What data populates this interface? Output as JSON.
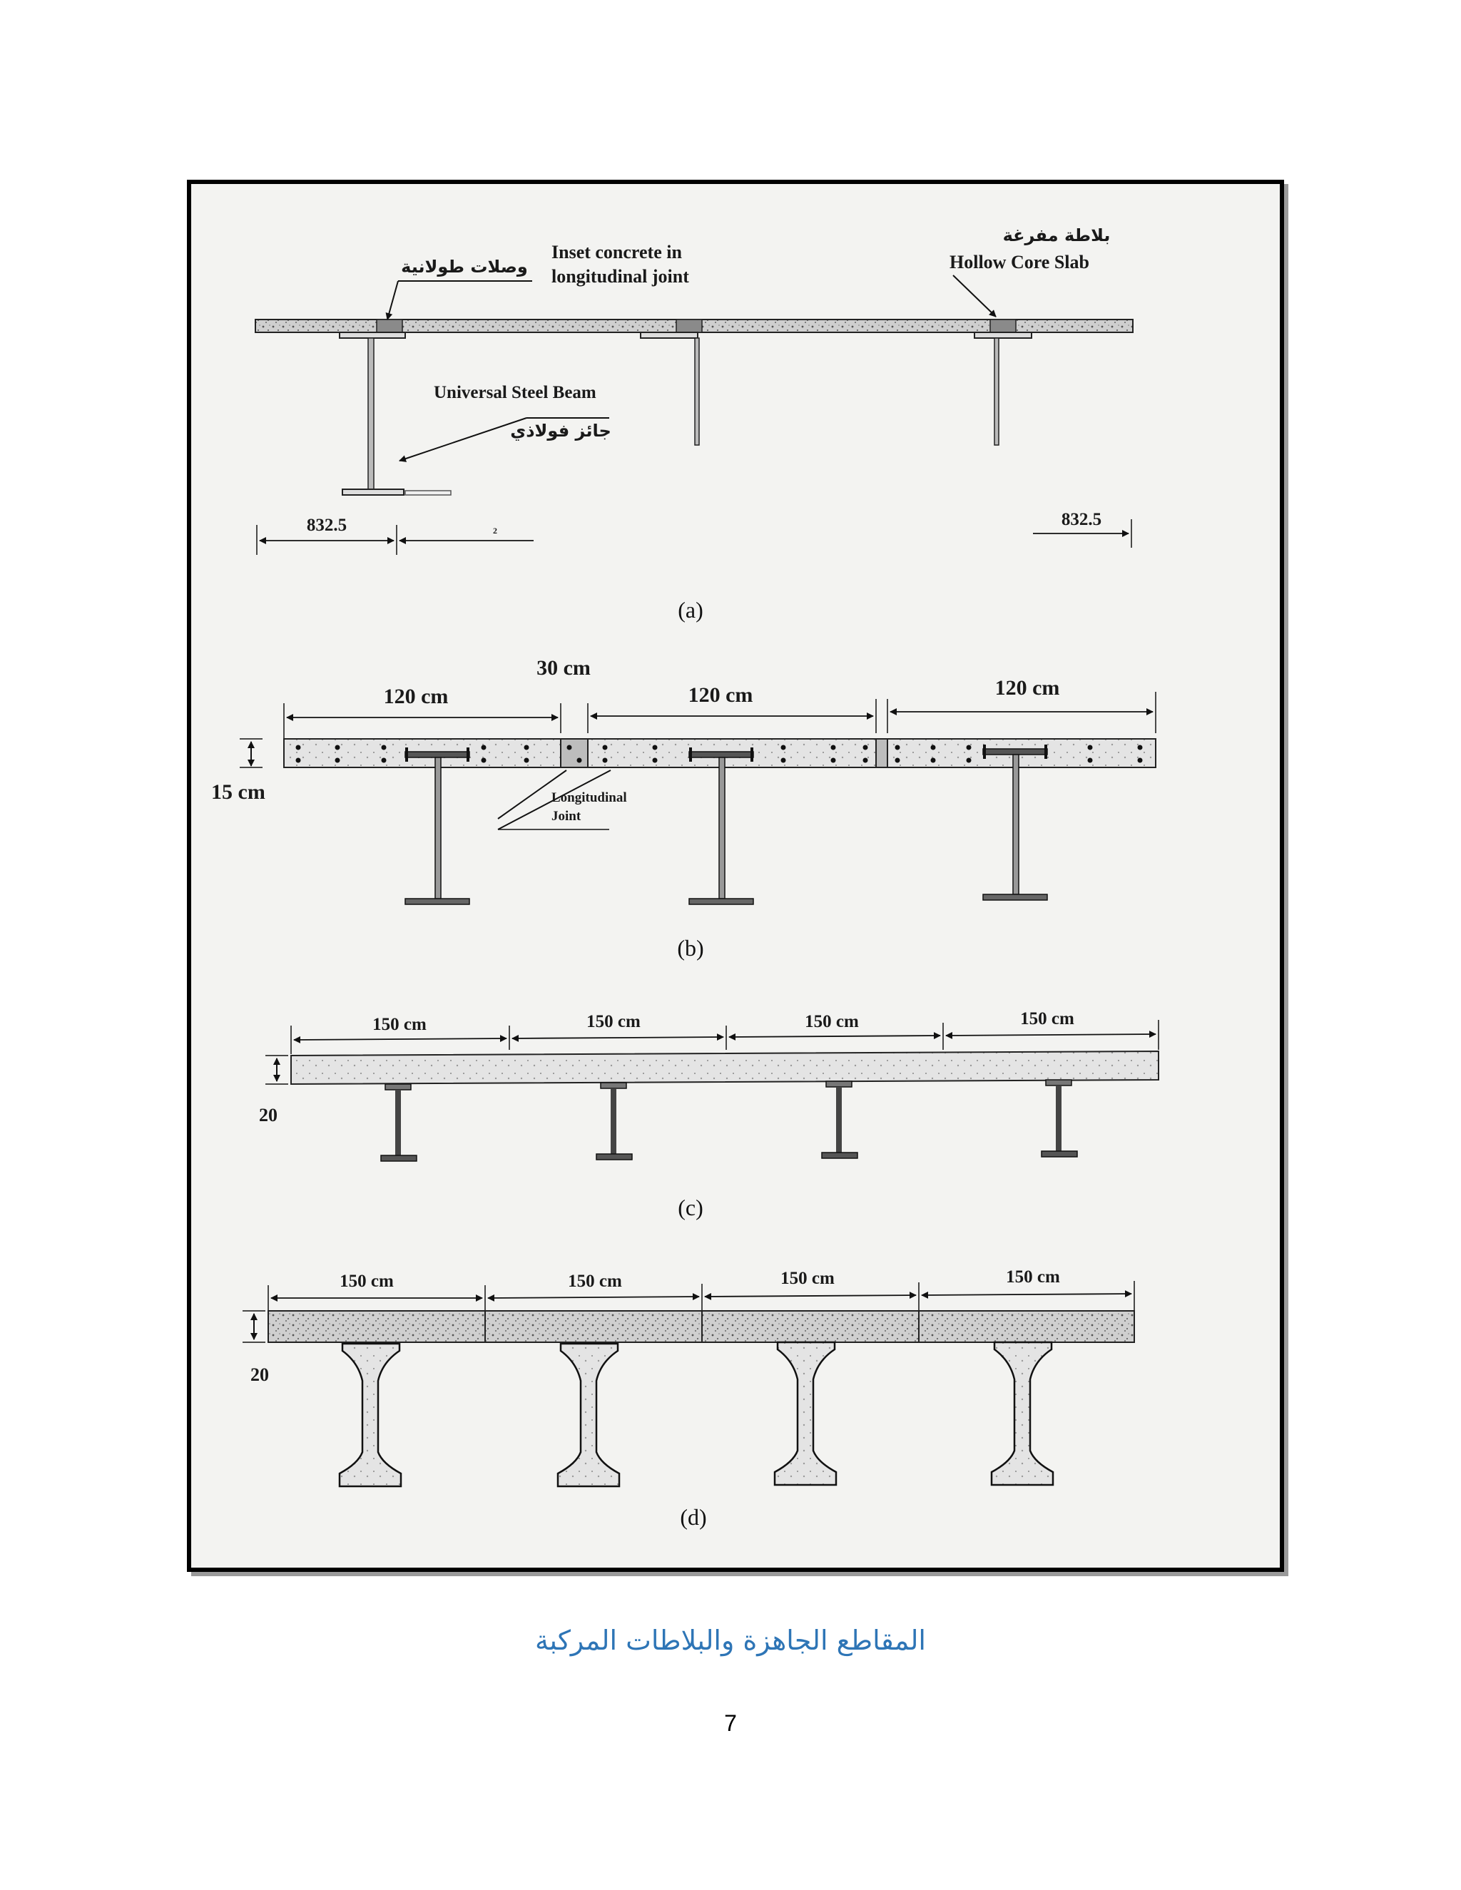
{
  "figure": {
    "a": {
      "label_joint_ar": "وصلات طولانية",
      "label_inset_line1": "Inset concrete in",
      "label_inset_line2": "longitudinal joint",
      "label_hollow_ar": "بلاطة مفرغة",
      "label_hollow_en": "Hollow Core Slab",
      "label_beam_en": "Universal Steel Beam",
      "label_beam_ar": "جائز فولاذي",
      "dim_left": "832.5",
      "dim_mid": "2",
      "dim_right": "832.5",
      "caption": "(a)"
    },
    "b": {
      "gap_dim": "30 cm",
      "panel_dims": [
        "120 cm",
        "120 cm",
        "120 cm"
      ],
      "thickness": "15 cm",
      "joint_line1": "Longitudinal",
      "joint_line2": "Joint",
      "caption": "(b)"
    },
    "c": {
      "spacing_dims": [
        "150 cm",
        "150 cm",
        "150 cm",
        "150 cm"
      ],
      "thickness": "20",
      "caption": "(c)"
    },
    "d": {
      "spacing_dims": [
        "150 cm",
        "150 cm",
        "150 cm",
        "150 cm"
      ],
      "thickness": "20",
      "caption": "(d)"
    }
  },
  "caption": "المقاطع الجاهزة والبلاطات المركبة",
  "page_number": "7"
}
